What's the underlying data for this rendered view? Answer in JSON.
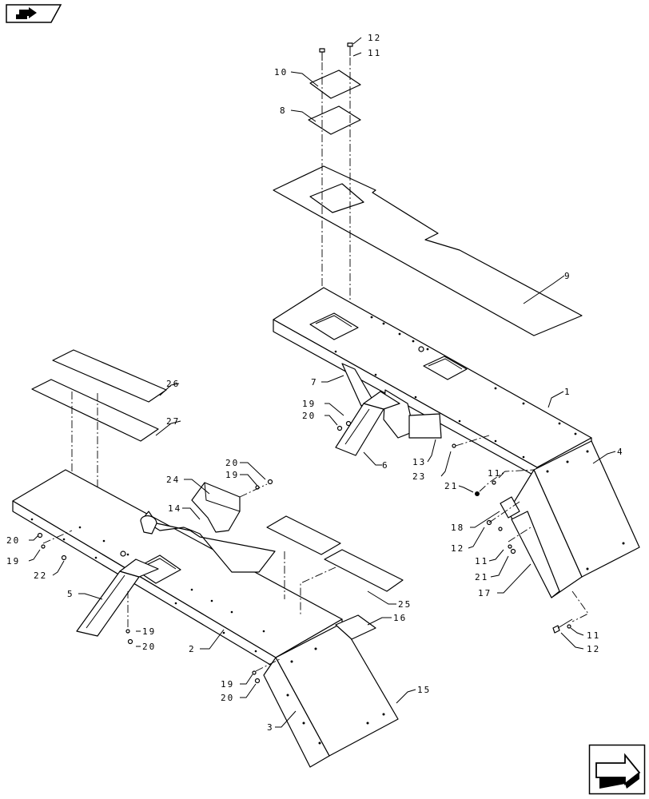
{
  "callouts": {
    "c1": "1",
    "c2": "2",
    "c3": "3",
    "c4": "4",
    "c5": "5",
    "c6": "6",
    "c7": "7",
    "c8": "8",
    "c9": "9",
    "c10": "10",
    "c11a": "11",
    "c11b": "11",
    "c11c": "11",
    "c11d": "11",
    "c12a": "12",
    "c12b": "12",
    "c12c": "12",
    "c13": "13",
    "c14": "14",
    "c15": "15",
    "c16": "16",
    "c17": "17",
    "c18": "18",
    "c19a": "19",
    "c19b": "19",
    "c19c": "19",
    "c19d": "19",
    "c19e": "19",
    "c20a": "20",
    "c20b": "20",
    "c20c": "20",
    "c20d": "20",
    "c20e": "20",
    "c21a": "21",
    "c21b": "21",
    "c22": "22",
    "c23": "23",
    "c24": "24",
    "c25": "25",
    "c26": "26",
    "c27": "27"
  },
  "icons": {
    "top_left": "previous-page-icon",
    "bottom_right": "next-page-icon"
  },
  "colors": {
    "line": "#000000",
    "background": "#ffffff"
  }
}
